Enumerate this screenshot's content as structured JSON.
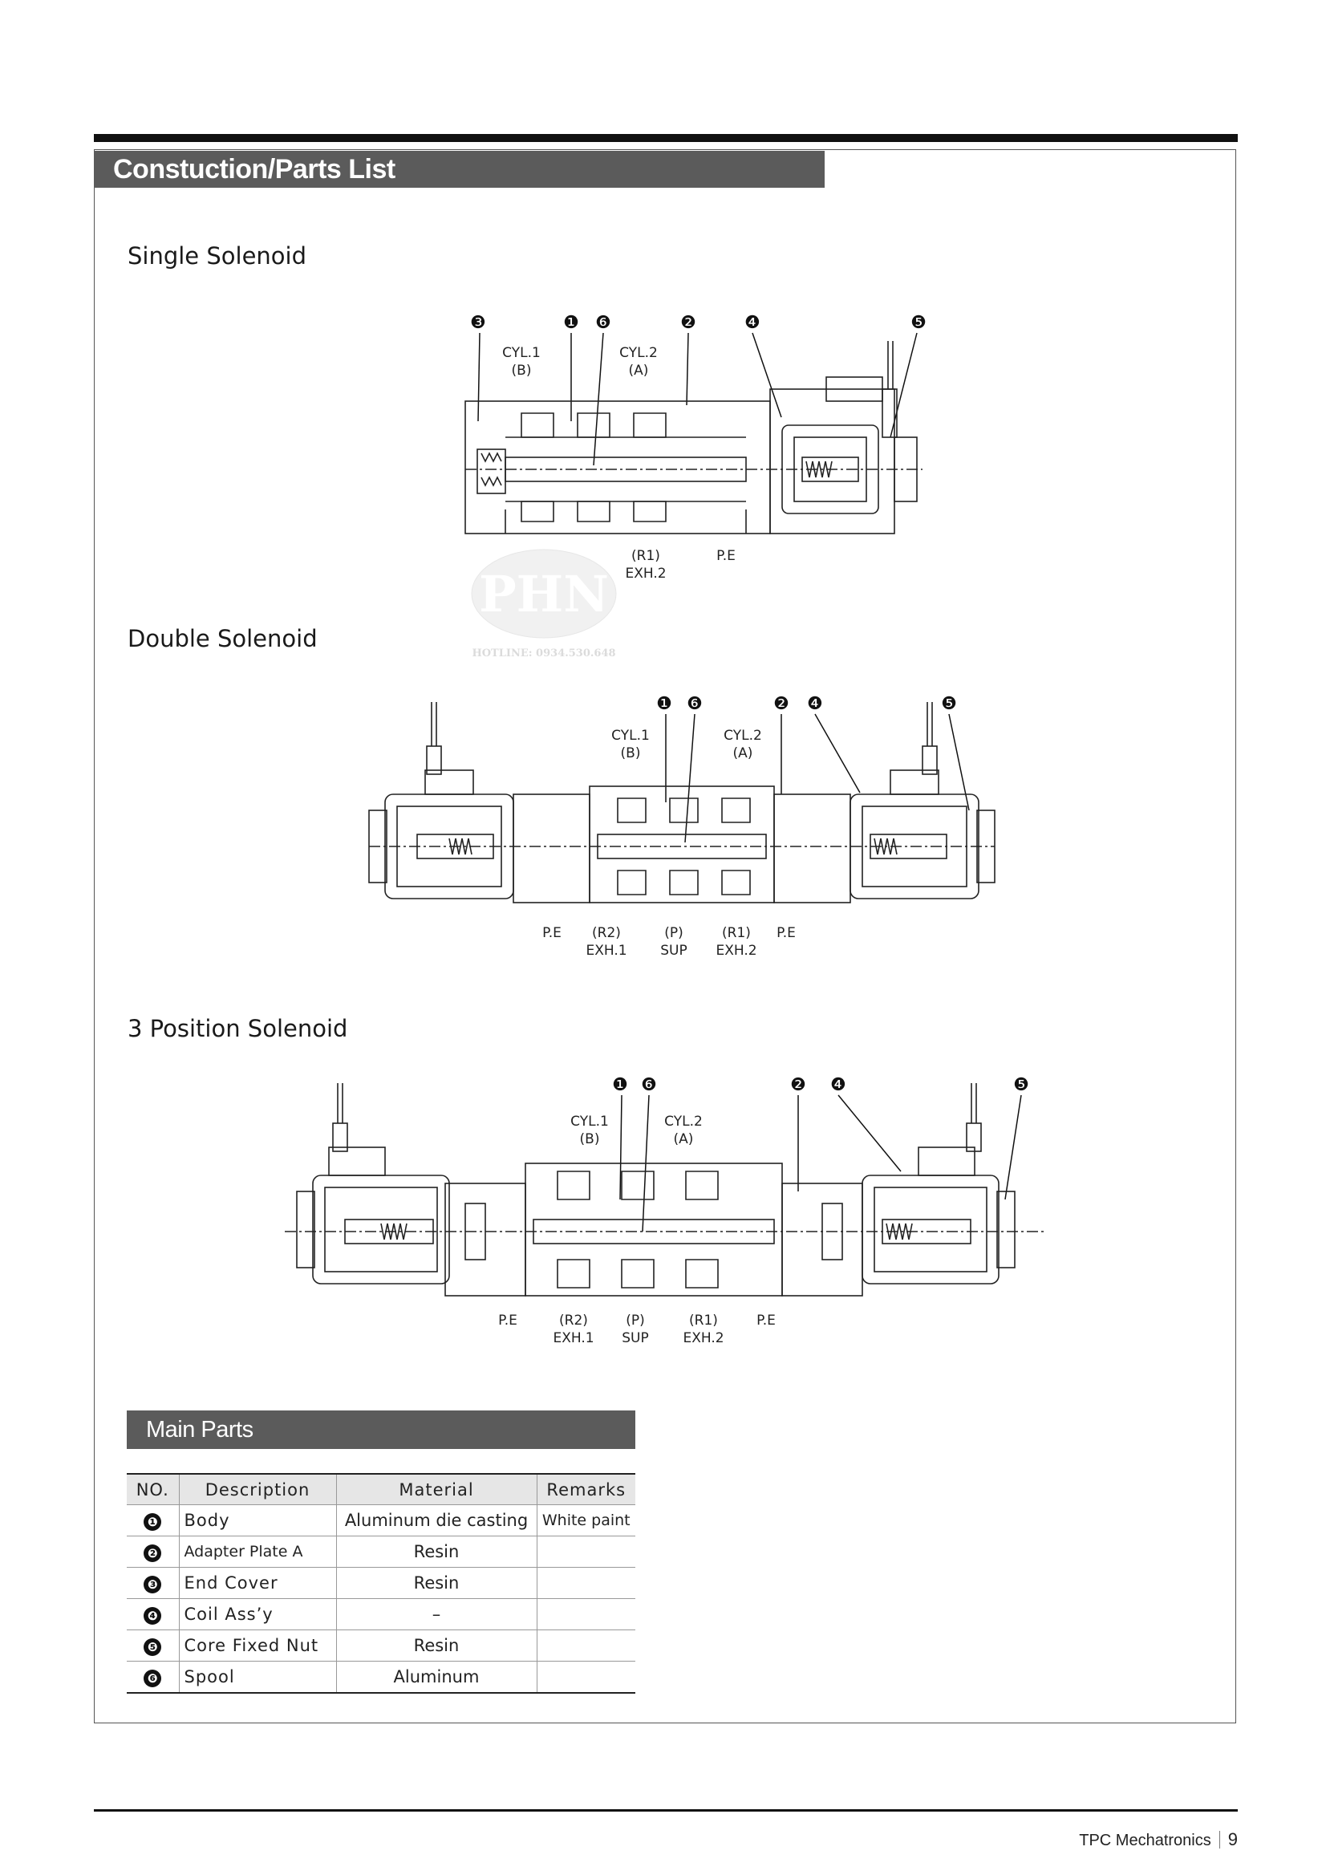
{
  "section_title": "Constuction/Parts List",
  "single": {
    "title": "Single Solenoid",
    "callouts": [
      "❸",
      "❶",
      "❻",
      "❷",
      "❹",
      "❺"
    ],
    "cyl1": "CYL.1",
    "cyl1_port": "(B)",
    "cyl2": "CYL.2",
    "cyl2_port": "(A)",
    "r1": "(R1)",
    "exh2": "EXH.2",
    "pe": "P.E"
  },
  "watermark": {
    "letters": "PHN",
    "hotline": "HOTLINE: 0934.530.648"
  },
  "double": {
    "title": "Double Solenoid",
    "callouts": [
      "❶",
      "❻",
      "❷",
      "❹",
      "❺"
    ],
    "cyl1": "CYL.1",
    "cyl1_port": "(B)",
    "cyl2": "CYL.2",
    "cyl2_port": "(A)",
    "pe_left": "P.E",
    "r2": "(R2)",
    "exh1": "EXH.1",
    "p": "(P)",
    "sup": "SUP",
    "r1": "(R1)",
    "exh2": "EXH.2",
    "pe_right": "P.E"
  },
  "three": {
    "title": "3 Position Solenoid",
    "callouts": [
      "❶",
      "❻",
      "❷",
      "❹",
      "❺"
    ],
    "cyl1": "CYL.1",
    "cyl1_port": "(B)",
    "cyl2": "CYL.2",
    "cyl2_port": "(A)",
    "pe_left": "P.E",
    "r2": "(R2)",
    "exh1": "EXH.1",
    "p": "(P)",
    "sup": "SUP",
    "r1": "(R1)",
    "exh2": "EXH.2",
    "pe_right": "P.E"
  },
  "main_parts": {
    "title": "Main Parts",
    "headers": [
      "NO.",
      "Description",
      "Material",
      "Remarks"
    ],
    "rows": [
      {
        "no": "❶",
        "description": "Body",
        "material": "Aluminum die casting",
        "remarks": "White paint"
      },
      {
        "no": "❷",
        "description": "Adapter Plate A",
        "material": "Resin",
        "remarks": ""
      },
      {
        "no": "❸",
        "description": "End Cover",
        "material": "Resin",
        "remarks": ""
      },
      {
        "no": "❹",
        "description": "Coil Ass’y",
        "material": "–",
        "remarks": ""
      },
      {
        "no": "❺",
        "description": "Core Fixed Nut",
        "material": "Resin",
        "remarks": ""
      },
      {
        "no": "❻",
        "description": "Spool",
        "material": "Aluminum",
        "remarks": ""
      }
    ]
  },
  "footer": {
    "brand": "TPC Mechatronics",
    "page": "9"
  }
}
